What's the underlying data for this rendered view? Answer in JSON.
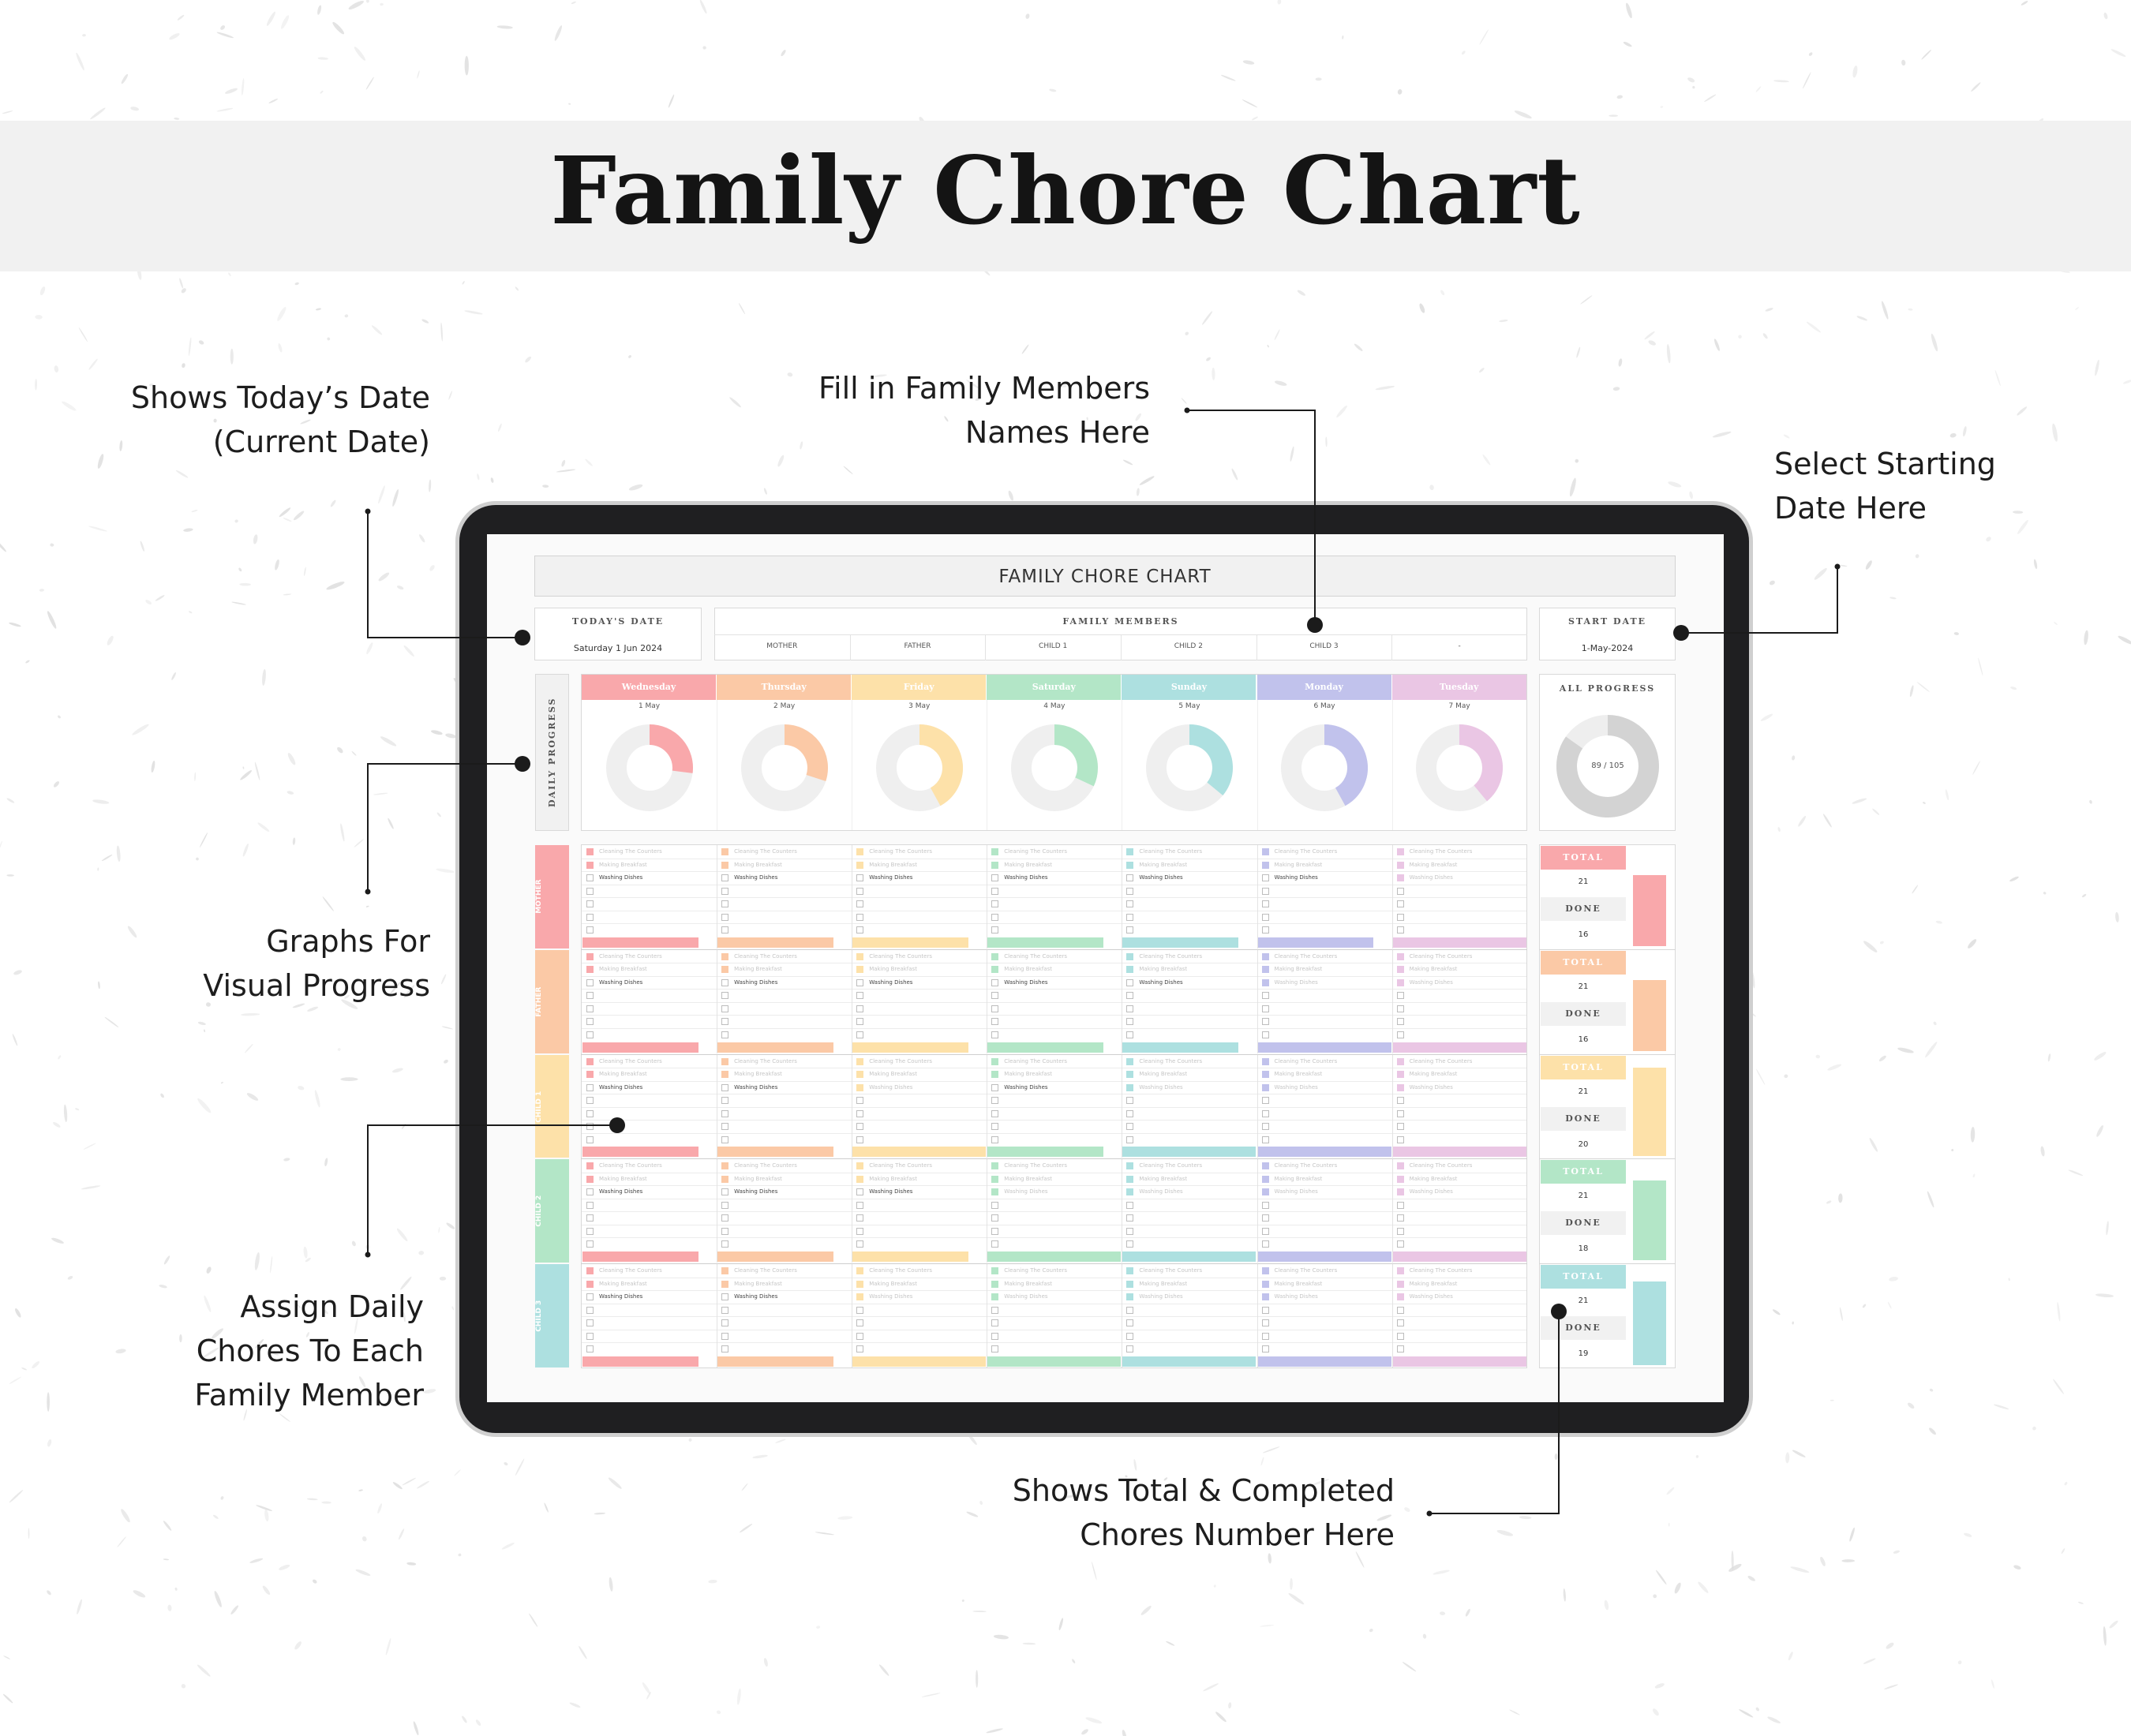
{
  "title": "Family Chore Chart",
  "callouts": {
    "today": [
      "Shows Today’s Date",
      "(Current Date)"
    ],
    "members": [
      "Fill in Family Members",
      "Names Here"
    ],
    "start": [
      "Select Starting",
      "Date Here"
    ],
    "graphs": [
      "Graphs For",
      "Visual Progress"
    ],
    "assign": [
      "Assign Daily",
      "Chores To Each",
      "Family Member"
    ],
    "totals": [
      "Shows Total & Completed",
      "Chores Number Here"
    ]
  },
  "sheet": {
    "title": "FAMILY CHORE CHART",
    "today_label": "TODAY'S DATE",
    "today_value": "Saturday 1 Jun 2024",
    "members_label": "FAMILY MEMBERS",
    "members": [
      "MOTHER",
      "FATHER",
      "CHILD 1",
      "CHILD 2",
      "CHILD 3",
      "-"
    ],
    "start_label": "START DATE",
    "start_value": "1-May-2024",
    "daily_progress_label": "DAILY PROGRESS",
    "all_progress_label": "ALL PROGRESS",
    "all_progress_text": "89 / 105",
    "all_progress_fraction": 0.848,
    "days": [
      {
        "name": "Wednesday",
        "date": "1 May",
        "color": "#f9a8ab",
        "progress": 0.27
      },
      {
        "name": "Thursday",
        "date": "2 May",
        "color": "#fbc9a6",
        "progress": 0.3
      },
      {
        "name": "Friday",
        "date": "3 May",
        "color": "#fde1a9",
        "progress": 0.42
      },
      {
        "name": "Saturday",
        "date": "4 May",
        "color": "#b3e6c7",
        "progress": 0.32
      },
      {
        "name": "Sunday",
        "date": "5 May",
        "color": "#ade0e0",
        "progress": 0.36
      },
      {
        "name": "Monday",
        "date": "6 May",
        "color": "#c1c2ec",
        "progress": 0.42
      },
      {
        "name": "Tuesday",
        "date": "7 May",
        "color": "#eac6e4",
        "progress": 0.39
      }
    ],
    "member_rows": [
      {
        "name": "MOTHER",
        "color": "#f9a8ab",
        "total_label": "TOTAL",
        "total": "21",
        "done_label": "DONE",
        "done": "16",
        "fraction": 0.76
      },
      {
        "name": "FATHER",
        "color": "#fbc9a6",
        "total_label": "TOTAL",
        "total": "21",
        "done_label": "DONE",
        "done": "16",
        "fraction": 0.76
      },
      {
        "name": "CHILD 1",
        "color": "#fde1a9",
        "total_label": "TOTAL",
        "total": "21",
        "done_label": "DONE",
        "done": "20",
        "fraction": 0.95
      },
      {
        "name": "CHILD 2",
        "color": "#b3e6c7",
        "total_label": "TOTAL",
        "total": "21",
        "done_label": "DONE",
        "done": "18",
        "fraction": 0.86
      },
      {
        "name": "CHILD 3",
        "color": "#ade0e0",
        "total_label": "TOTAL",
        "total": "21",
        "done_label": "DONE",
        "done": "19",
        "fraction": 0.9
      }
    ],
    "tasks": [
      "Cleaning The Counters",
      "Making Breakfast",
      "Washing Dishes"
    ],
    "done_grid": [
      [
        [
          1,
          1,
          0
        ],
        [
          1,
          1,
          0
        ],
        [
          1,
          1,
          0
        ],
        [
          1,
          1,
          0
        ],
        [
          1,
          1,
          0
        ],
        [
          1,
          1,
          0
        ],
        [
          1,
          1,
          1
        ]
      ],
      [
        [
          1,
          1,
          0
        ],
        [
          1,
          1,
          0
        ],
        [
          1,
          1,
          0
        ],
        [
          1,
          1,
          0
        ],
        [
          1,
          1,
          0
        ],
        [
          1,
          1,
          1
        ],
        [
          1,
          1,
          1
        ]
      ],
      [
        [
          1,
          1,
          0
        ],
        [
          1,
          1,
          0
        ],
        [
          1,
          1,
          1
        ],
        [
          1,
          1,
          0
        ],
        [
          1,
          1,
          1
        ],
        [
          1,
          1,
          1
        ],
        [
          1,
          1,
          1
        ]
      ],
      [
        [
          1,
          1,
          0
        ],
        [
          1,
          1,
          0
        ],
        [
          1,
          1,
          0
        ],
        [
          1,
          1,
          1
        ],
        [
          1,
          1,
          1
        ],
        [
          1,
          1,
          1
        ],
        [
          1,
          1,
          1
        ]
      ],
      [
        [
          1,
          1,
          0
        ],
        [
          1,
          1,
          0
        ],
        [
          1,
          1,
          1
        ],
        [
          1,
          1,
          1
        ],
        [
          1,
          1,
          1
        ],
        [
          1,
          1,
          1
        ],
        [
          1,
          1,
          1
        ]
      ]
    ]
  }
}
